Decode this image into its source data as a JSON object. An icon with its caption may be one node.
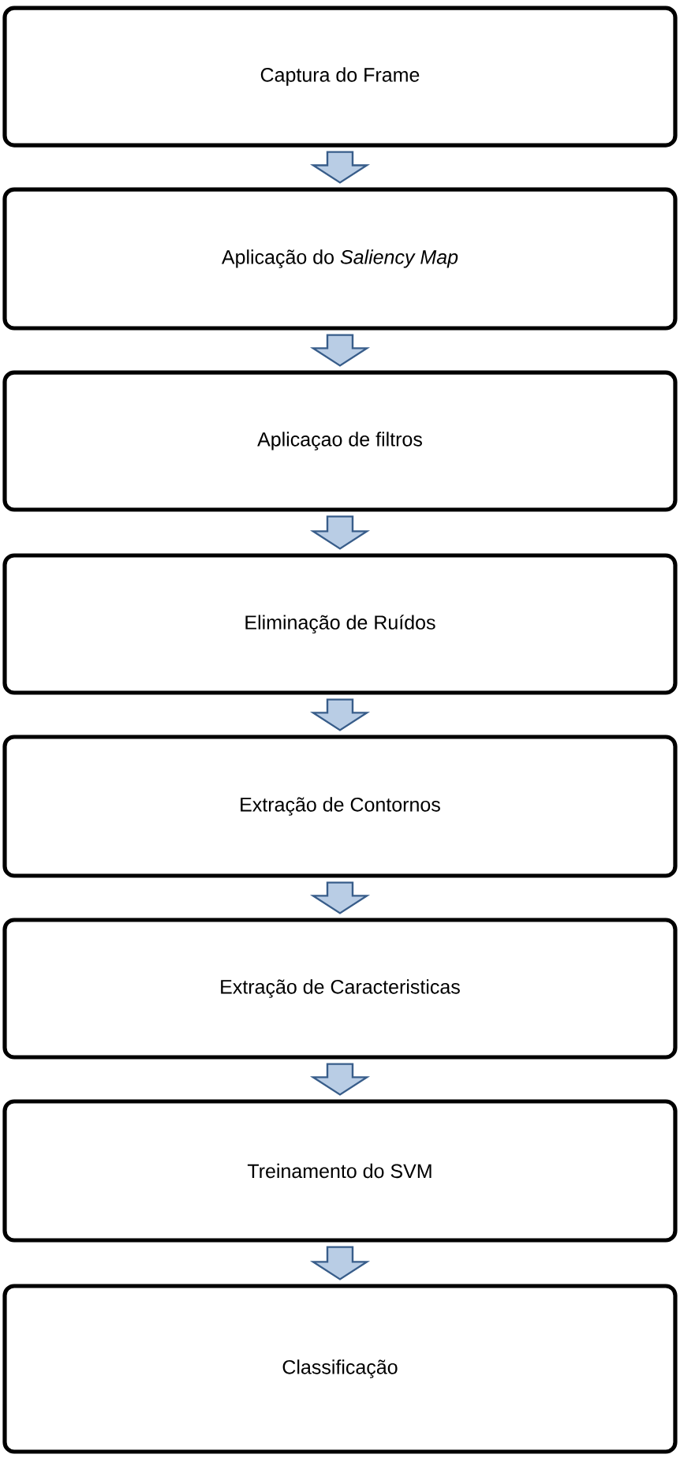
{
  "diagram": {
    "nodes": [
      {
        "text": [
          "Captura do Frame"
        ]
      },
      {
        "text": [
          "Aplicação do *Saliency Map*"
        ]
      },
      {
        "text": [
          "Aplicaçao de filtros"
        ]
      },
      {
        "text": [
          "Eliminação de Ruídos"
        ]
      },
      {
        "text": [
          "Extração de Contornos"
        ]
      },
      {
        "text": [
          "Extração de Caracteristicas"
        ]
      },
      {
        "text": [
          "Treinamento do SVM"
        ]
      },
      {
        "text": [
          "Classificação"
        ]
      }
    ],
    "edges": [
      {
        "from": 0,
        "to": 1,
        "arrow": "to"
      },
      {
        "from": 1,
        "to": 2,
        "arrow": "to"
      },
      {
        "from": 2,
        "to": 3,
        "arrow": "to"
      },
      {
        "from": 3,
        "to": 4,
        "arrow": "to"
      },
      {
        "from": 4,
        "to": 5,
        "arrow": "to"
      },
      {
        "from": 5,
        "to": 6,
        "arrow": "to"
      },
      {
        "from": 6,
        "to": 7,
        "arrow": "to"
      }
    ]
  }
}
